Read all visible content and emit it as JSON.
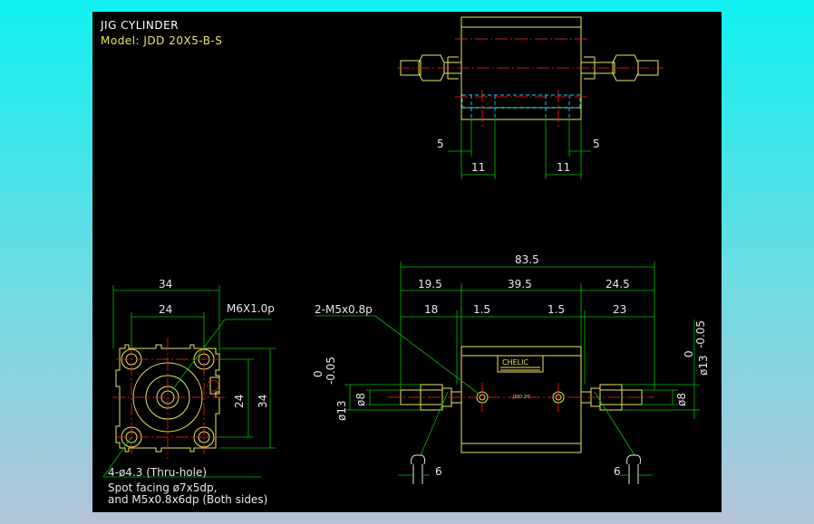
{
  "header": {
    "title": "JIG CYLINDER",
    "model": "Model: JDD 20X5-B-S"
  },
  "top_view": {
    "dim_left_5": "5",
    "dim_right_5": "5",
    "dim_left_11": "11",
    "dim_right_11": "11"
  },
  "end_view": {
    "dim_34_top": "34",
    "dim_24_top": "24",
    "dim_24_side": "24",
    "dim_34_side": "34",
    "thread_label": "M6X1.0p",
    "holes_label": "4-ø4.3 (Thru-hole)",
    "note_line1": "Spot facing ø7x5dp,",
    "note_line2": "and M5x0.8x6dp (Both sides)"
  },
  "side_view": {
    "overall": "83.5",
    "seg_19_5": "19.5",
    "seg_39_5": "39.5",
    "seg_24_5": "24.5",
    "seg_18": "18",
    "seg_1_5_a": "1.5",
    "seg_1_5_b": "1.5",
    "seg_23": "23",
    "port_label": "2-M5x0.8p",
    "tol_left_upper": "0",
    "tol_left_lower": "-0.05",
    "tol_left_dia": "ø13",
    "tol_right_upper": "0",
    "tol_right_lower": "-0.05",
    "tol_right_dia": "ø13",
    "dia8_left": "ø8",
    "dia8_right": "ø8",
    "dim_6_left": "6",
    "dim_6_right": "6",
    "brand": "CHELIC",
    "body_text": "JDD 20"
  }
}
